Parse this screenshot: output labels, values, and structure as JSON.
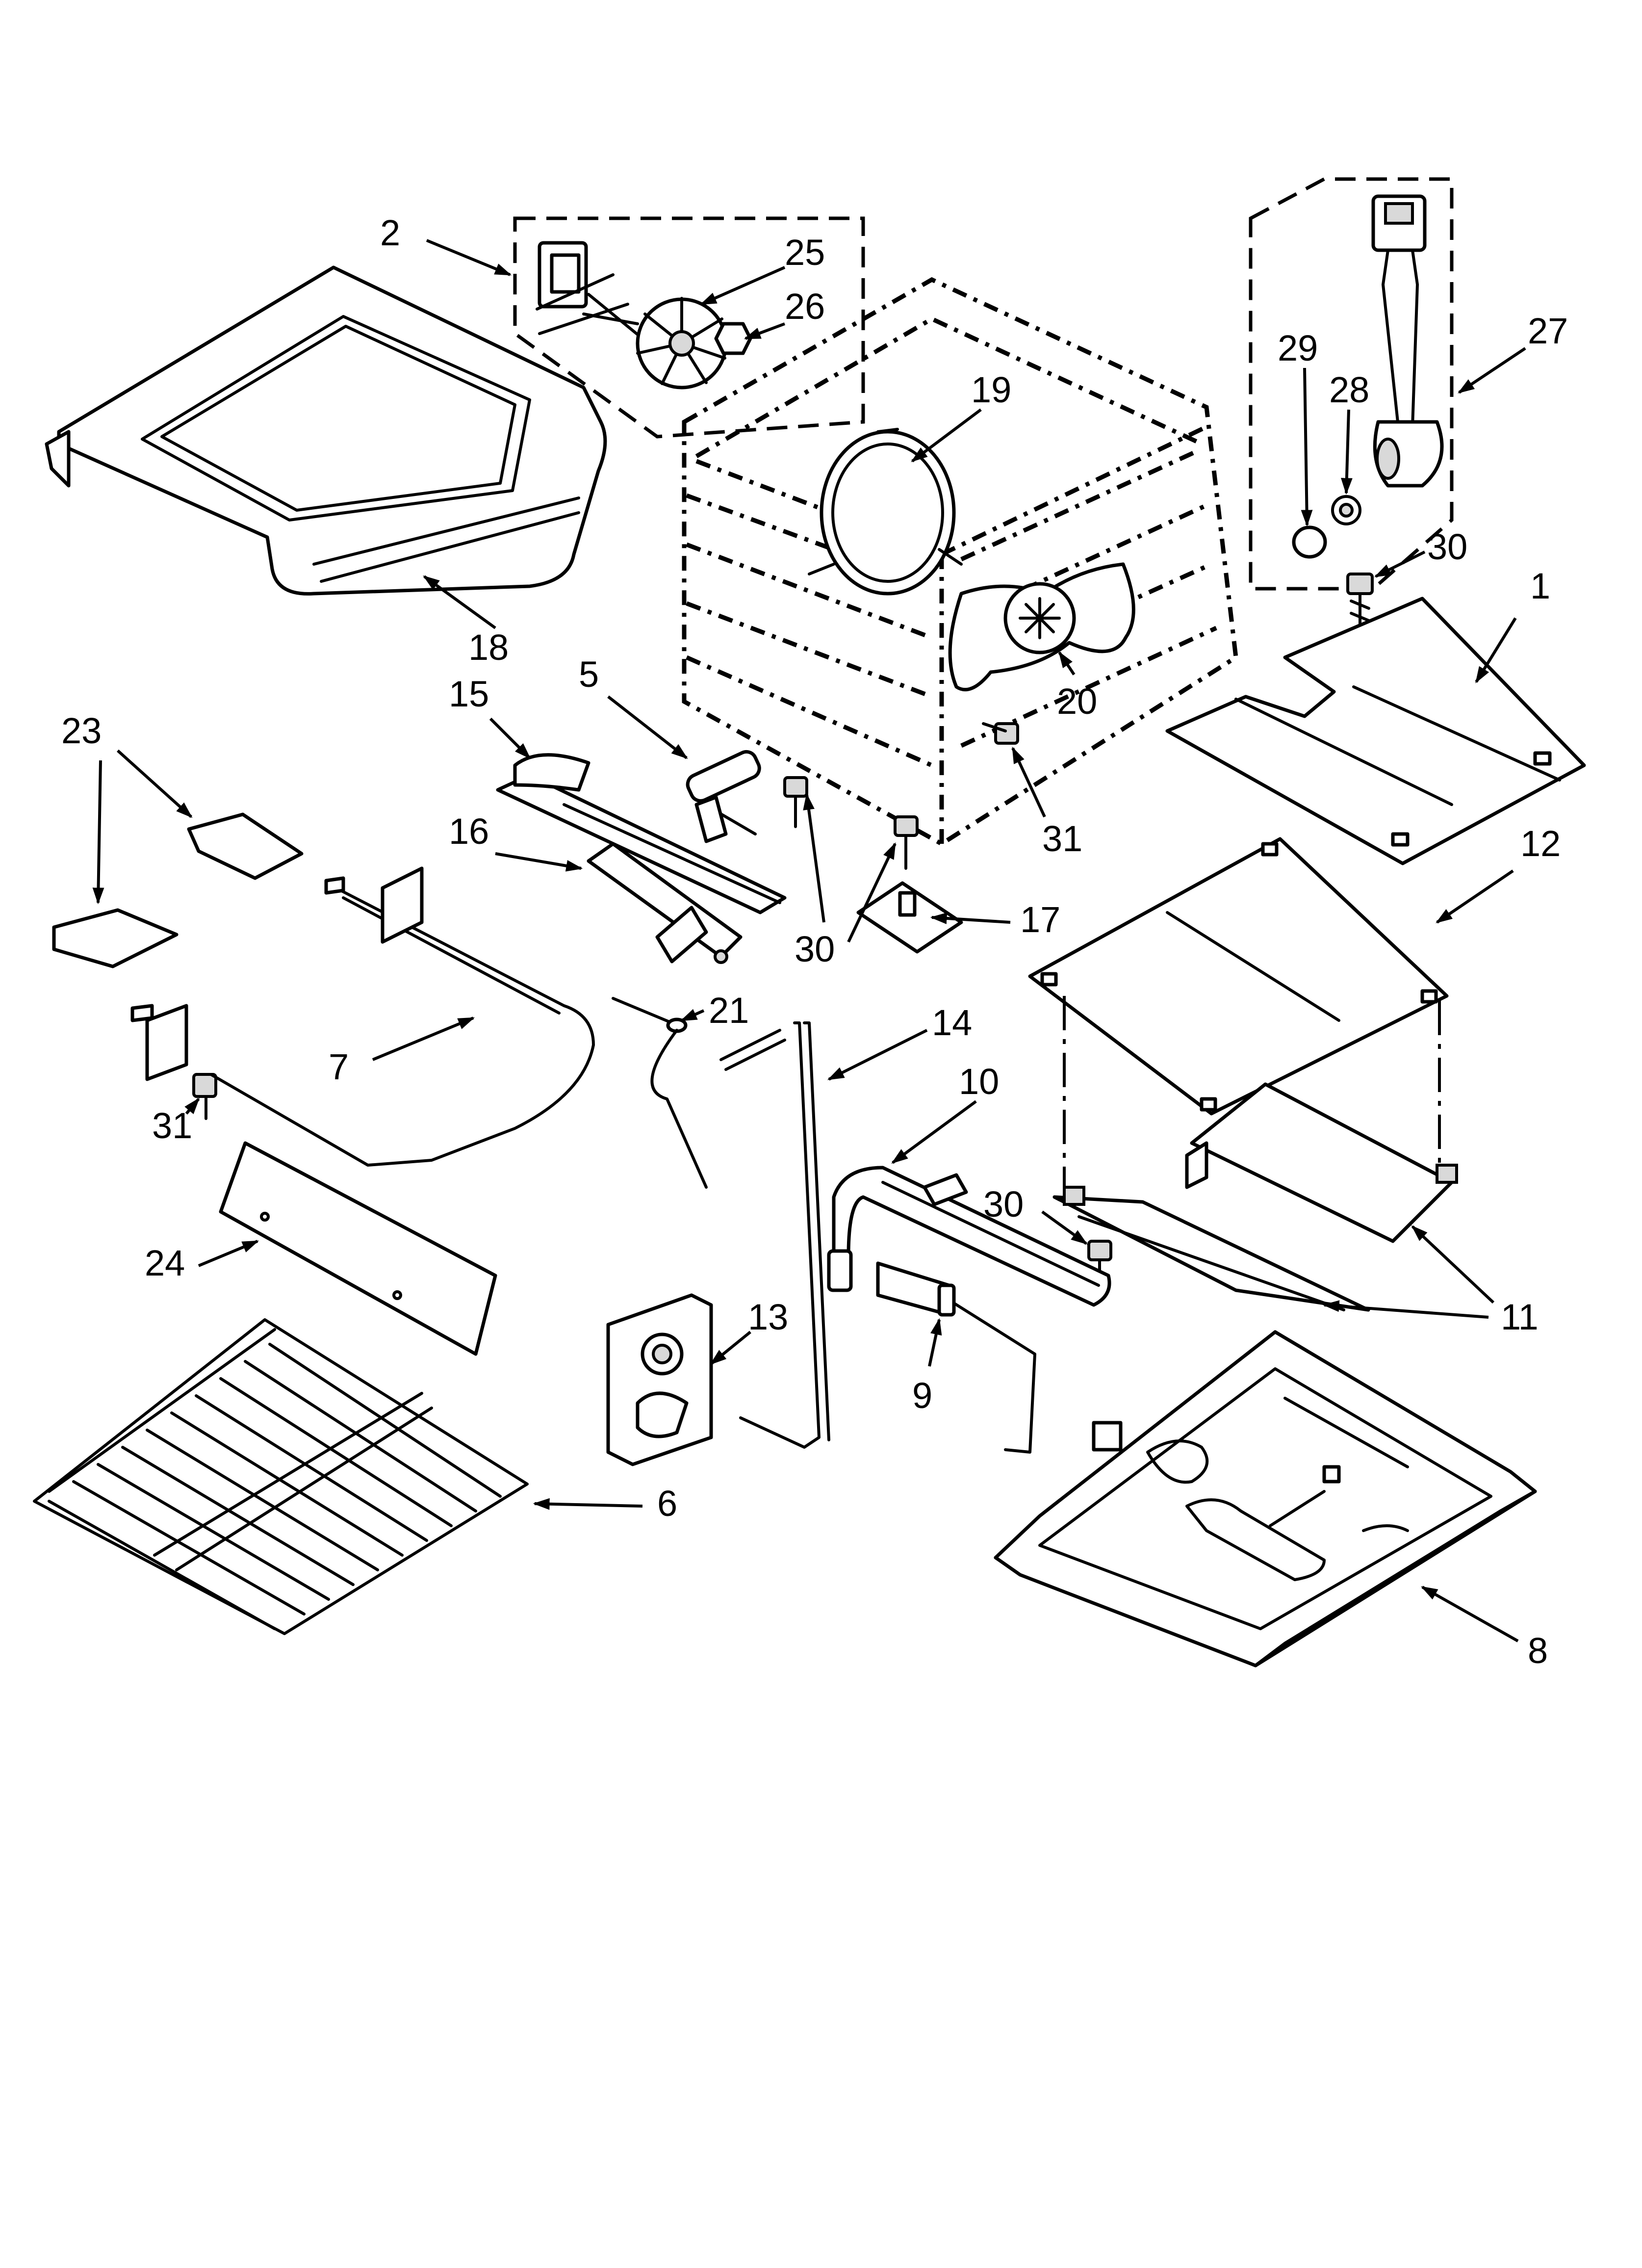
{
  "diagram": {
    "type": "exploded-parts-view",
    "line_color": "#000000",
    "background_color": "#ffffff"
  },
  "callouts": [
    {
      "id": "c1",
      "label": "1"
    },
    {
      "id": "c2",
      "label": "2"
    },
    {
      "id": "c5",
      "label": "5"
    },
    {
      "id": "c6",
      "label": "6"
    },
    {
      "id": "c7",
      "label": "7"
    },
    {
      "id": "c8",
      "label": "8"
    },
    {
      "id": "c9",
      "label": "9"
    },
    {
      "id": "c10",
      "label": "10"
    },
    {
      "id": "c11",
      "label": "11"
    },
    {
      "id": "c12",
      "label": "12"
    },
    {
      "id": "c13",
      "label": "13"
    },
    {
      "id": "c14",
      "label": "14"
    },
    {
      "id": "c15",
      "label": "15"
    },
    {
      "id": "c16",
      "label": "16"
    },
    {
      "id": "c17",
      "label": "17"
    },
    {
      "id": "c18",
      "label": "18"
    },
    {
      "id": "c19",
      "label": "19"
    },
    {
      "id": "c20",
      "label": "20"
    },
    {
      "id": "c21",
      "label": "21"
    },
    {
      "id": "c23",
      "label": "23"
    },
    {
      "id": "c24",
      "label": "24"
    },
    {
      "id": "c25",
      "label": "25"
    },
    {
      "id": "c26",
      "label": "26"
    },
    {
      "id": "c27",
      "label": "27"
    },
    {
      "id": "c28",
      "label": "28"
    },
    {
      "id": "c29",
      "label": "29"
    },
    {
      "id": "c30a",
      "label": "30"
    },
    {
      "id": "c30b",
      "label": "30"
    },
    {
      "id": "c30c",
      "label": "30"
    },
    {
      "id": "c31a",
      "label": "31"
    },
    {
      "id": "c31b",
      "label": "31"
    }
  ]
}
